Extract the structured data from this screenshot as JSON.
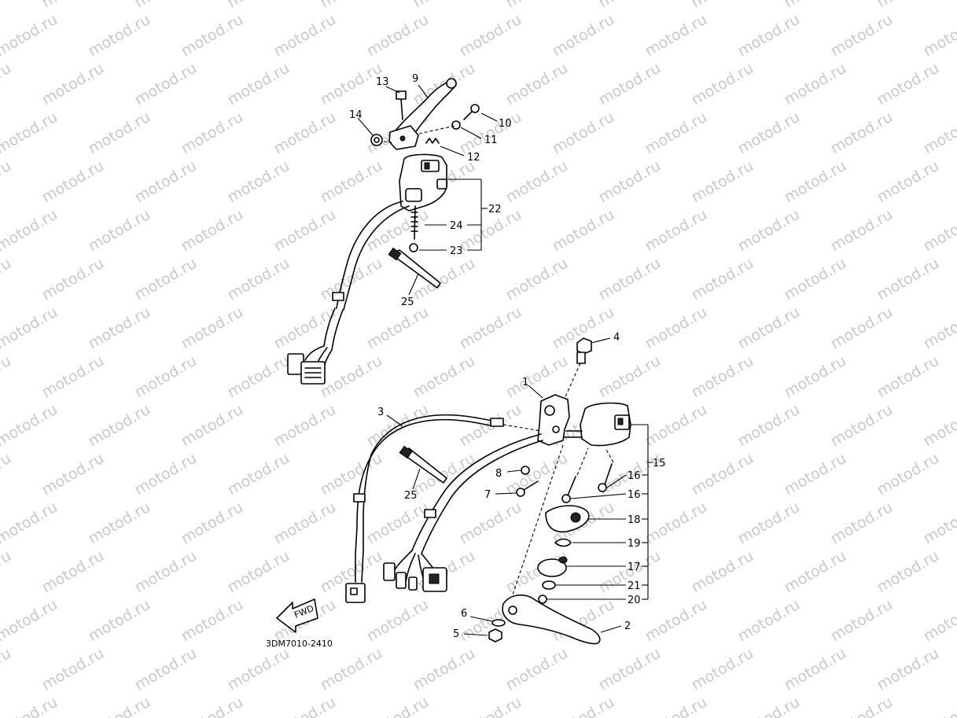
{
  "watermark": "motod.ru",
  "diagram_code": "3DM7010-2410",
  "fwd_label": "FWD",
  "callouts": {
    "c1": "1",
    "c2": "2",
    "c3": "3",
    "c4": "4",
    "c5": "5",
    "c6": "6",
    "c7": "7",
    "c8": "8",
    "c9": "9",
    "c10": "10",
    "c11": "11",
    "c12": "12",
    "c13": "13",
    "c14": "14",
    "c15": "15",
    "c16a": "16",
    "c16b": "16",
    "c17": "17",
    "c18": "18",
    "c19": "19",
    "c20": "20",
    "c21": "21",
    "c22": "22",
    "c23": "23",
    "c24": "24",
    "c25a": "25",
    "c25b": "25"
  }
}
